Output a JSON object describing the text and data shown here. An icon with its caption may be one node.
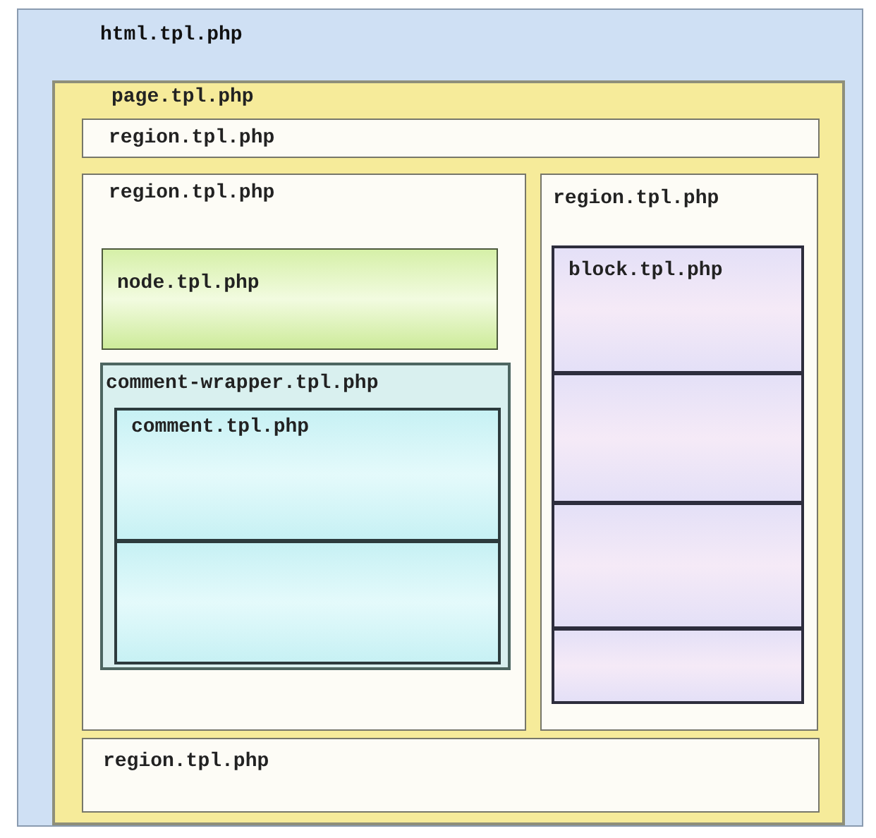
{
  "diagram": {
    "nodes": [
      {
        "text": [
          "html.tpl.php"
        ]
      },
      {
        "text": [
          "page.tpl.php"
        ],
        "in": 0
      },
      {
        "text": [
          "region.tpl.php"
        ],
        "in": 1
      },
      {
        "text": [
          "region.tpl.php"
        ],
        "in": 1
      },
      {
        "text": [
          "node.tpl.php"
        ],
        "in": 3
      },
      {
        "text": [
          "comment-wrapper.tpl.php"
        ],
        "in": 3
      },
      {
        "text": [
          "comment.tpl.php"
        ],
        "in": 5
      },
      {
        "text": [],
        "shape": "box",
        "in": 5
      },
      {
        "text": [
          "region.tpl.php"
        ],
        "in": 1
      },
      {
        "text": [
          "block.tpl.php"
        ],
        "in": 8
      },
      {
        "text": [],
        "shape": "box",
        "in": 8
      },
      {
        "text": [],
        "shape": "box",
        "in": 8
      },
      {
        "text": [],
        "shape": "box",
        "in": 8
      },
      {
        "text": [
          "region.tpl.php"
        ],
        "in": 1
      }
    ]
  }
}
